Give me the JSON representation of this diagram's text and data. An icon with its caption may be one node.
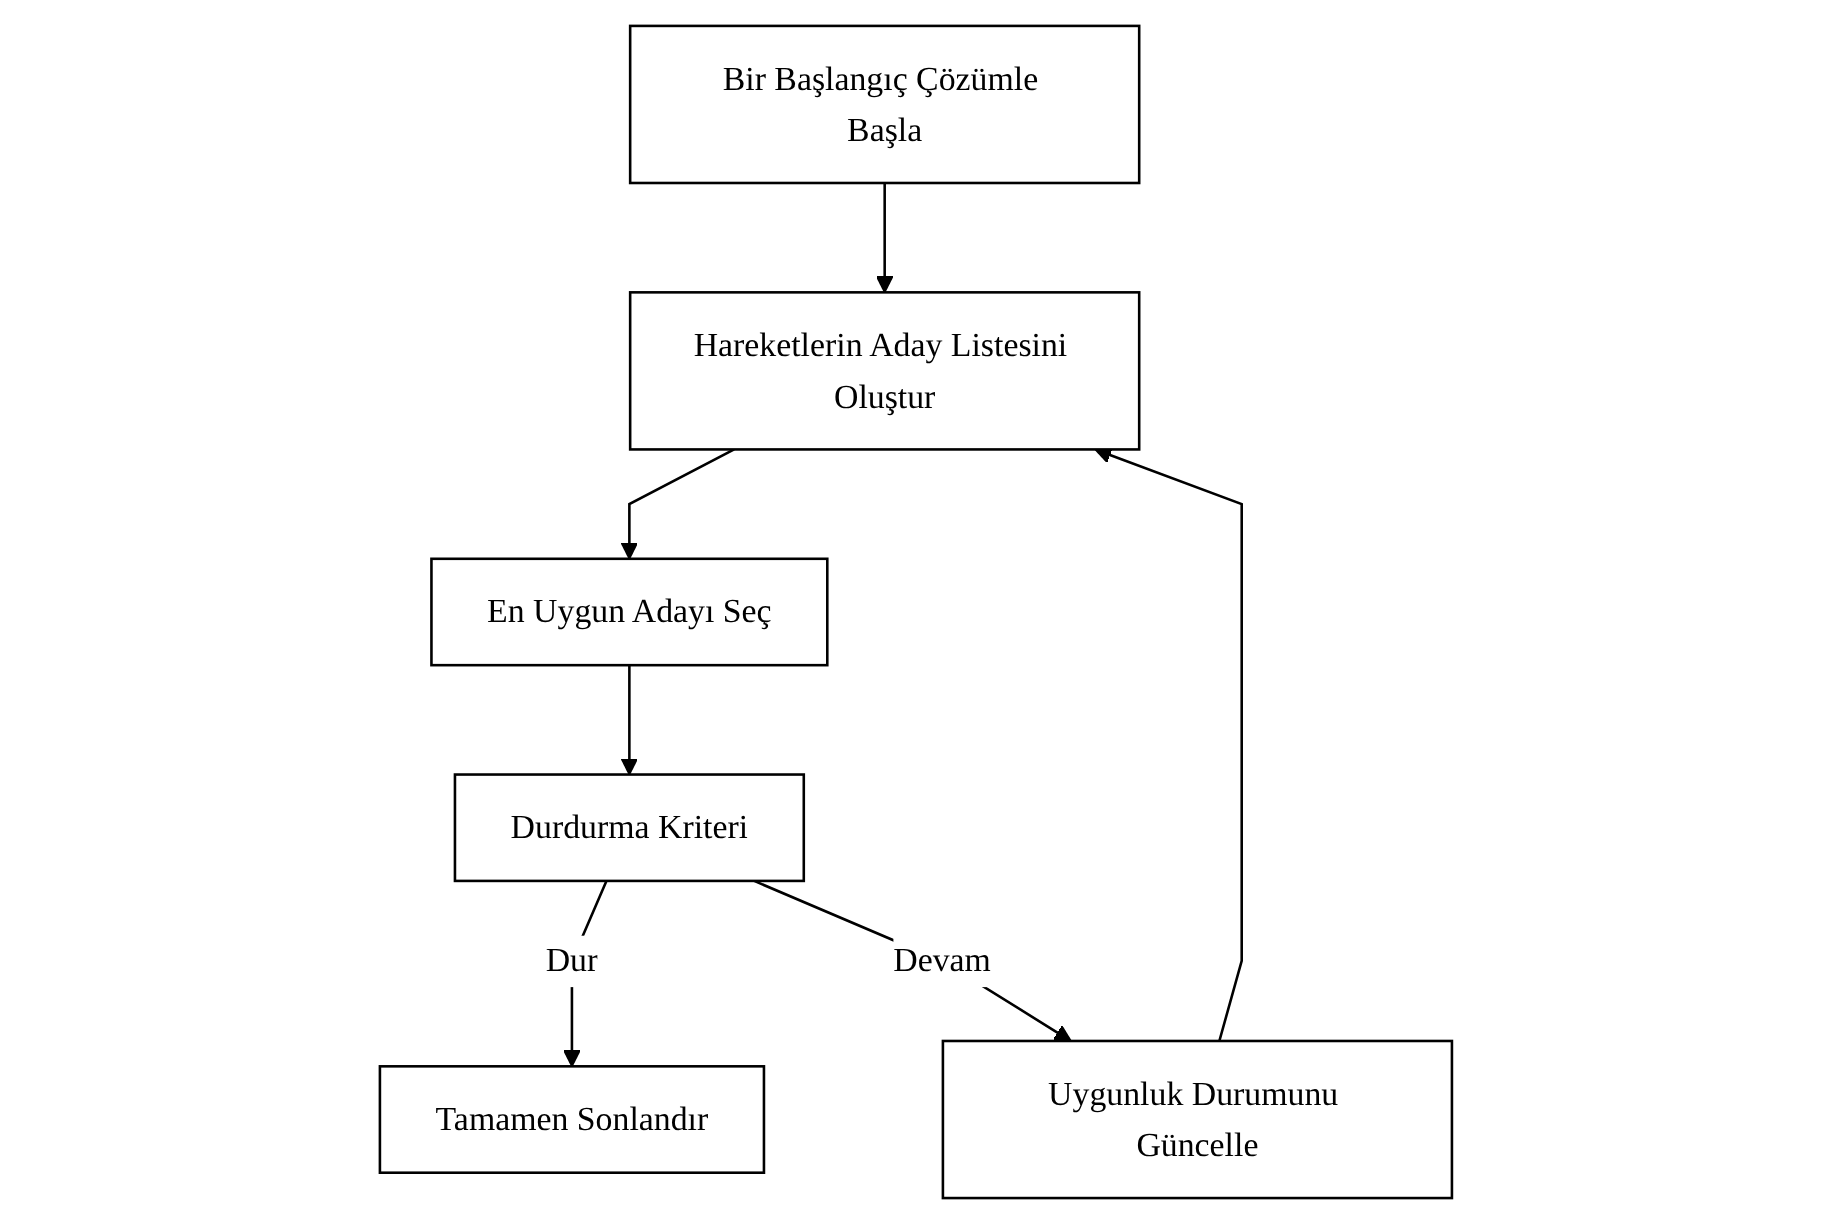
{
  "diagram": {
    "nodes": [
      {
        "text": [
          "Bir Başlangıç Çözümle Başla"
        ]
      },
      {
        "text": [
          "Hareketlerin Aday Listesini Oluştur"
        ]
      },
      {
        "text": [
          "En Uygun Adayı Seç"
        ]
      },
      {
        "text": [
          "Durdurma Kriteri"
        ]
      },
      {
        "text": [
          "Tamamen Sonlandır"
        ]
      },
      {
        "text": [
          "Uygunluk Durumunu Güncelle"
        ]
      }
    ],
    "edges": [
      {
        "from": 0,
        "to": 1,
        "arrow": "to"
      },
      {
        "from": 1,
        "to": 2,
        "arrow": "to"
      },
      {
        "from": 2,
        "to": 3,
        "arrow": "to"
      },
      {
        "from": 3,
        "to": 4,
        "label": "Dur",
        "arrow": "to"
      },
      {
        "from": 3,
        "to": 5,
        "label": "Devam",
        "arrow": "to"
      },
      {
        "from": 5,
        "to": 1,
        "arrow": "to"
      }
    ]
  }
}
